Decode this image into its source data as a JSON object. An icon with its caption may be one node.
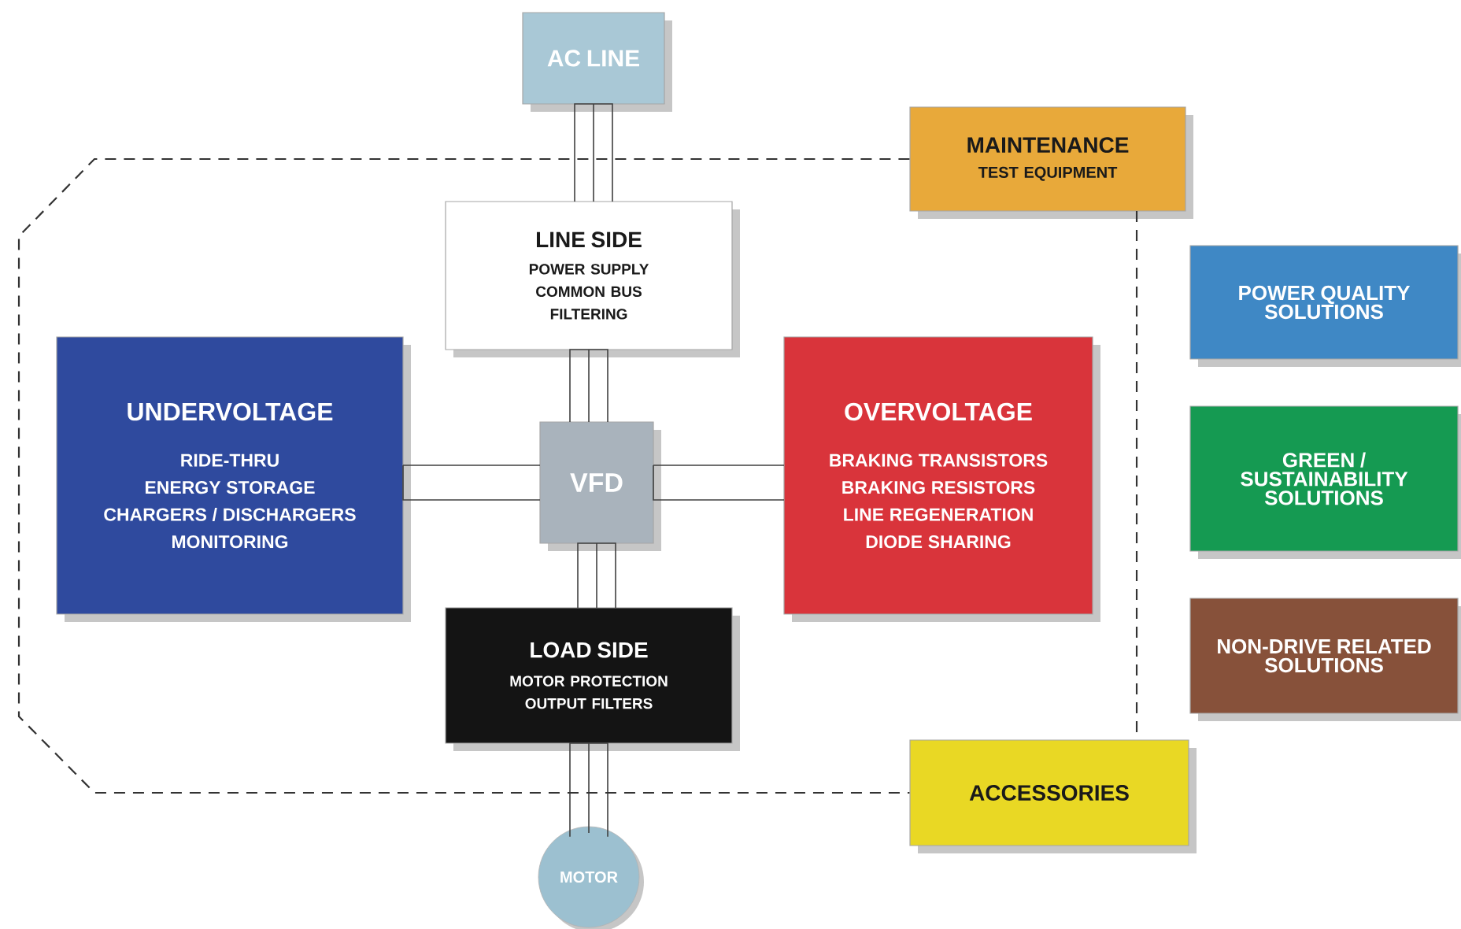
{
  "diagram": {
    "nodes": [
      {
        "text": [
          "AC LINE"
        ]
      },
      {
        "text": [
          "MAINTENANCE",
          "TEST EQUIPMENT"
        ]
      },
      {
        "text": [
          "LINE SIDE",
          "POWER SUPPLY",
          "COMMON BUS",
          "FILTERING"
        ]
      },
      {
        "text": [
          "POWER QUALITY SOLUTIONS"
        ]
      },
      {
        "text": [
          "UNDERVOLTAGE",
          "RIDE-THRU",
          "ENERGY STORAGE",
          "CHARGERS / DISCHARGERS",
          "MONITORING"
        ]
      },
      {
        "text": [
          "VFD"
        ]
      },
      {
        "text": [
          "OVERVOLTAGE",
          "BRAKING TRANSISTORS",
          "BRAKING RESISTORS",
          "LINE REGENERATION",
          "DIODE SHARING"
        ]
      },
      {
        "text": [
          "GREEN / SUSTAINABILITY SOLUTIONS"
        ]
      },
      {
        "text": [
          "NON-DRIVE RELATED SOLUTIONS"
        ]
      },
      {
        "text": [
          "LOAD SIDE",
          "MOTOR PROTECTION",
          "OUTPUT FILTERS"
        ]
      },
      {
        "text": [
          "ACCESSORIES"
        ]
      },
      {
        "text": [
          "MOTOR"
        ]
      }
    ],
    "edges": [
      {
        "from": 0,
        "to": 2,
        "arrow": "none"
      },
      {
        "from": 2,
        "to": 5,
        "arrow": "none"
      },
      {
        "from": 4,
        "to": 5,
        "arrow": "none"
      },
      {
        "from": 5,
        "to": 6,
        "arrow": "none"
      },
      {
        "from": 5,
        "to": 9,
        "arrow": "none"
      },
      {
        "from": 9,
        "to": 11,
        "arrow": "none"
      },
      {
        "from": 1,
        "to": 10,
        "arrow": "none",
        "style": "dashed"
      },
      {
        "from": 1,
        "to": 10,
        "arrow": "none",
        "style": "dashed"
      }
    ]
  }
}
